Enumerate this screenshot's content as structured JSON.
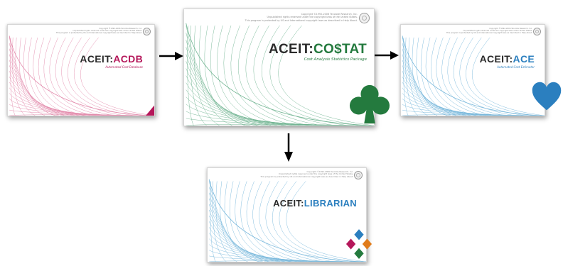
{
  "copyright": {
    "acdb": [
      "Copyright ©1992-2006 Tecolote Research, Inc.",
      "Unpublished rights reserved under the copyright laws of the United States.",
      "This program is protected by US and International copyright laws as described in Help About."
    ],
    "costat": [
      "Copyright ©1992-2006 Tecolote Research, Inc.",
      "Unpublished rights reserved under the copyright laws of the United States.",
      "This program is protected by US and International copyright laws as described in Help About."
    ],
    "ace": [
      "Copyright ©1992-2006 Tecolote Research, Inc.",
      "Unpublished rights reserved under the copyright laws of the United States.",
      "This program is protected by US and International copyright laws as described in Help About."
    ],
    "librarian": [
      "Copyright ©1992-2006 Tecolote Research, Inc.",
      "Unpublished rights reserved under the copyright laws of the United States.",
      "This program is protected by US and International copyright laws as described in Help About."
    ]
  },
  "cards": {
    "acdb": {
      "prefix": "ACEIT:",
      "name": "ACDB",
      "subtitle": "Automated Cost Database",
      "color": "#b5175a",
      "suit": "diamond-icon"
    },
    "costat": {
      "prefix": "ACEIT:",
      "name": "CO$TAT",
      "subtitle": "Cost Analysis Statistics Package",
      "color": "#247a3e",
      "suit": "club-icon"
    },
    "ace": {
      "prefix": "ACEIT:",
      "name": "ACE",
      "subtitle": "Automated Cost Estimator",
      "color": "#2b7fbf",
      "suit": "heart-icon"
    },
    "librarian": {
      "prefix": "ACEIT:",
      "name": "LIBRARIAN",
      "subtitle": "",
      "color": "#2b7fbf",
      "suit": "four-diamonds-icon"
    }
  },
  "colors": {
    "prefix": "#2a2a2a",
    "mesh_acdb": "#d9628f",
    "mesh_costat": "#3e9a6b",
    "mesh_ace": "#4a9fcf",
    "mesh_librarian": "#4a9fcf",
    "librarian_diamonds": [
      "#2b7fbf",
      "#b5175a",
      "#e07b1a",
      "#247a3e"
    ],
    "arrow": "#000000"
  }
}
